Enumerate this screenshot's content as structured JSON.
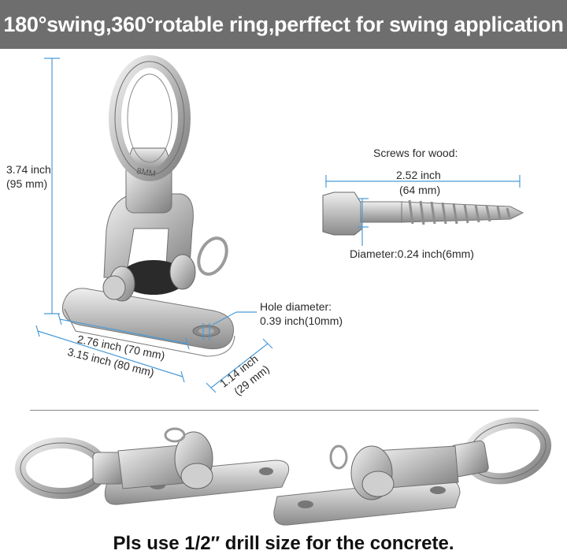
{
  "banner": {
    "title": "180°swing,360°rotable ring,perffect for swing application"
  },
  "hanger": {
    "height_label_inch": "3.74 inch",
    "height_label_mm": "(95 mm)",
    "hole_label_title": "Hole diameter:",
    "hole_label_value": "0.39 inch(10mm)",
    "width_label_1": "2.76 inch (70 mm)",
    "width_label_2": "3.15 inch (80 mm)",
    "depth_label_inch": "1.14 inch",
    "depth_label_mm": "(29 mm)",
    "ring_stamp": "8MM"
  },
  "screw": {
    "title": "Screws for wood:",
    "length_inch": "2.52 inch",
    "length_mm": "(64 mm)",
    "diameter_label": "Diameter:0.24 inch(6mm)"
  },
  "footer": {
    "note": "Pls use 1/2″ drill size for the concrete."
  },
  "colors": {
    "banner_bg": "#6e6e6e",
    "dimension_line": "#4a9bd8",
    "steel": "#c8c8c8"
  }
}
